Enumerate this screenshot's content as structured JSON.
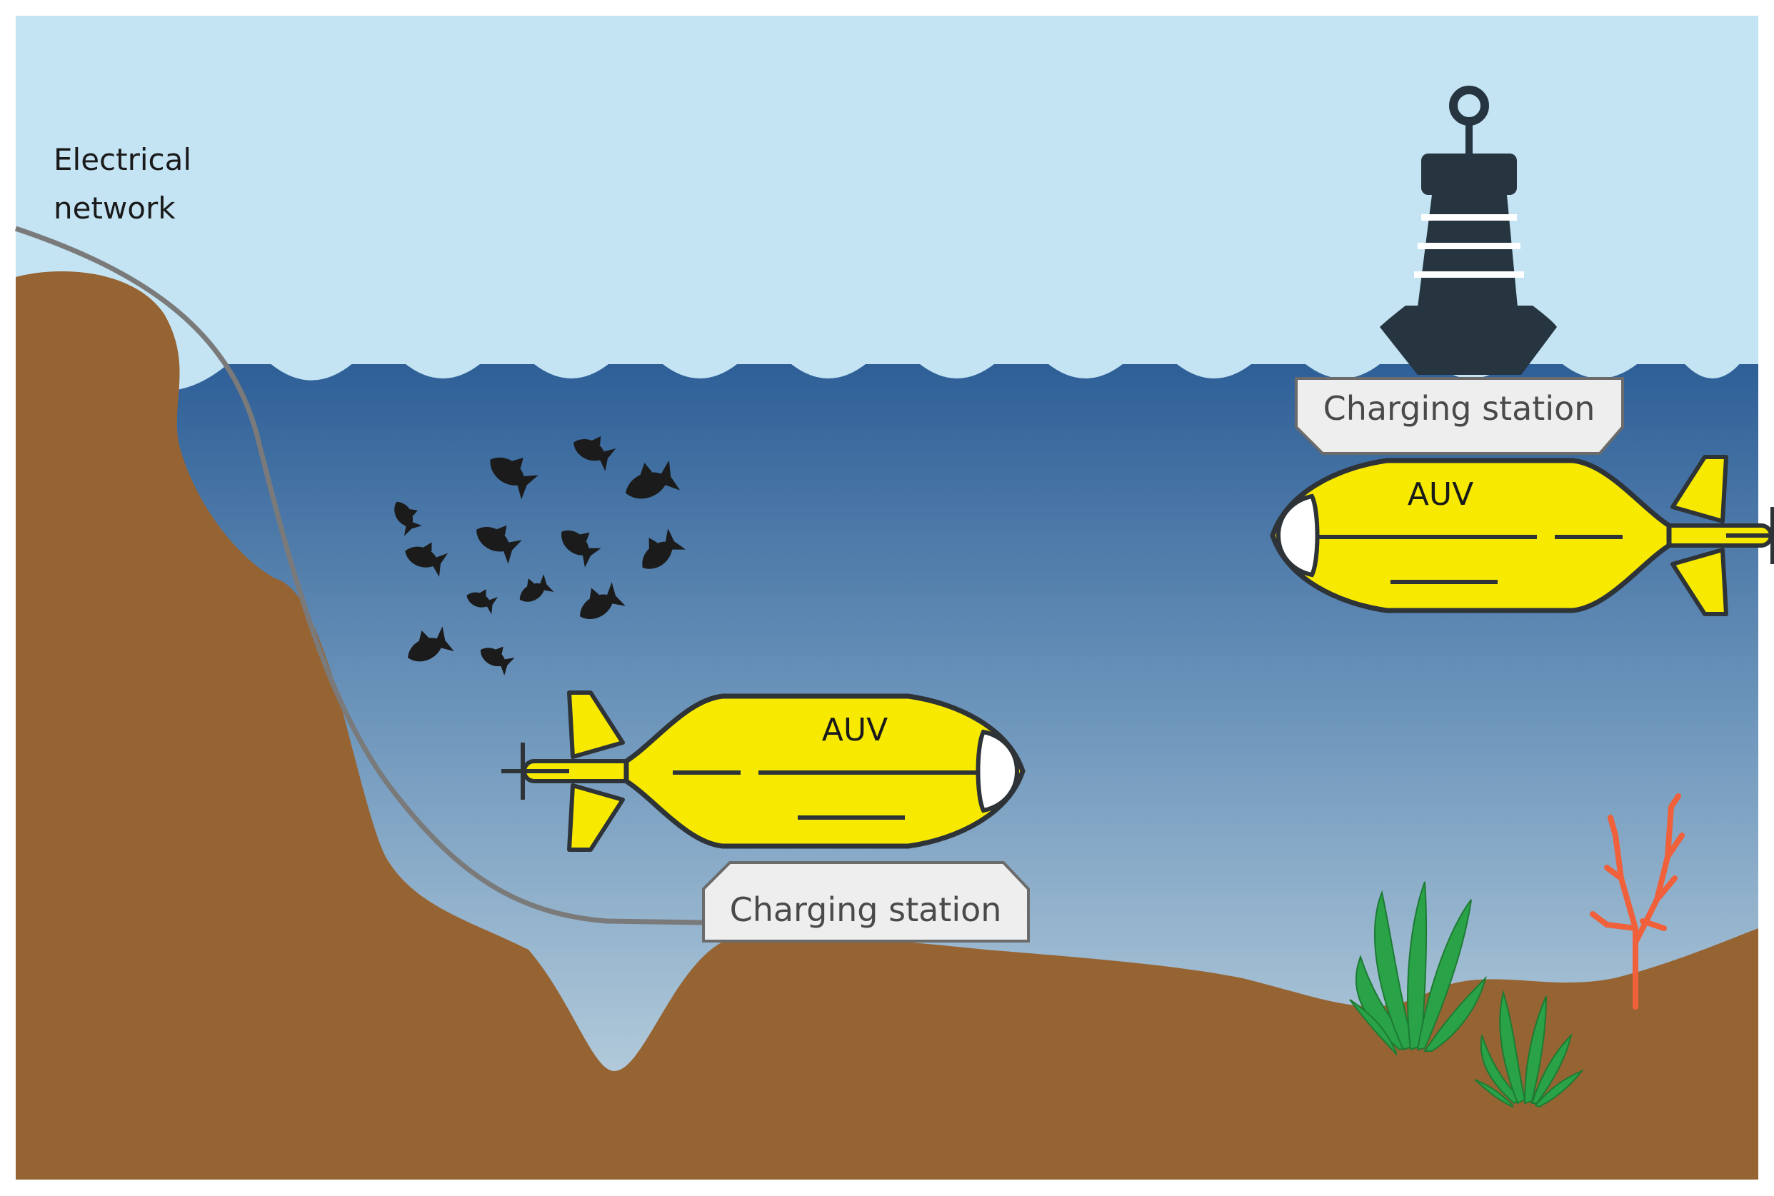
{
  "labels": {
    "electrical_network_line1": "Electrical",
    "electrical_network_line2": "network"
  },
  "station_top": {
    "label": "Charging station"
  },
  "station_bottom": {
    "label": "Charging station"
  },
  "auv_top": {
    "label": "AUV"
  },
  "auv_bottom": {
    "label": "AUV"
  },
  "colors": {
    "sky": "#c4e4f4",
    "water_top": "#2e5f97",
    "water_bottom": "#c6d9e3",
    "seabed": "#966433",
    "auv_body": "#f7ea00",
    "buoy": "#263540",
    "cable": "#7a7a7a",
    "station_fill": "#eeeeee",
    "seaweed": "#2aa348",
    "coral": "#f0603a"
  },
  "icons": [
    "fish-school-icon",
    "buoy-icon",
    "auv-icon",
    "seaweed-icon",
    "coral-icon"
  ]
}
